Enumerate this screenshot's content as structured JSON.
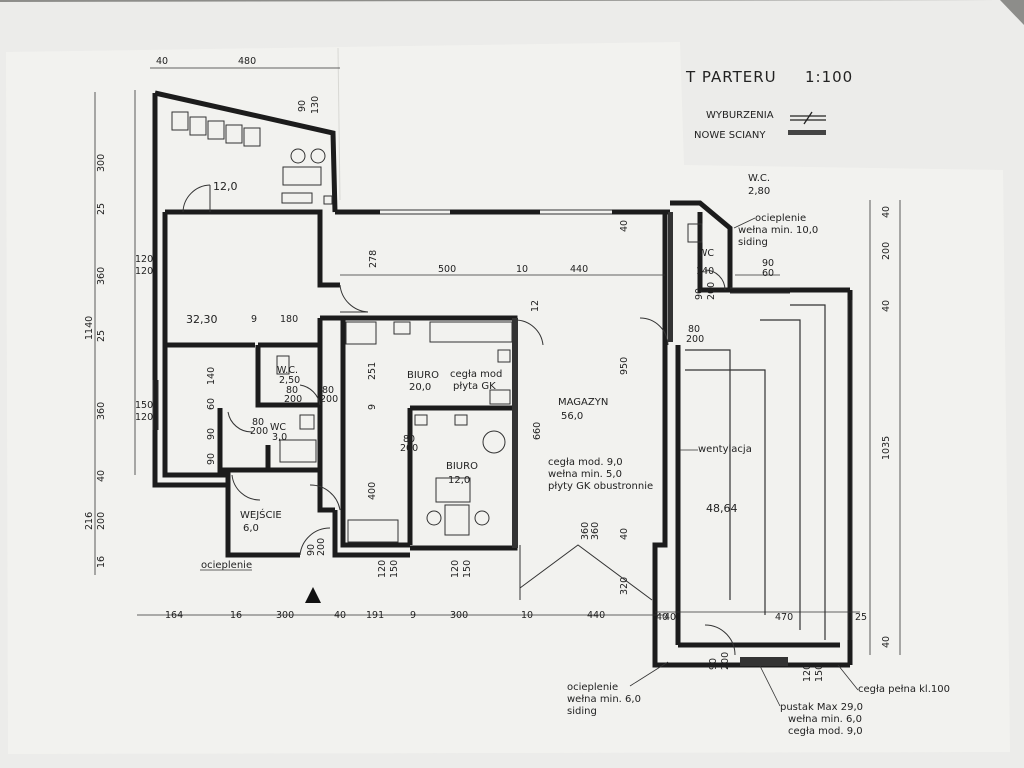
{
  "title": {
    "text": "T PARTERU",
    "scale": "1:100"
  },
  "legend": [
    {
      "label": "WYBURZENIA"
    },
    {
      "label": "NOWE SCIANY"
    }
  ],
  "rooms": {
    "r_top_area": "12,0",
    "r_main_area": "32,30",
    "biuro1_name": "BIURO",
    "biuro1_area": "20,0",
    "biuro2_name": "BIURO",
    "biuro2_area": "12,0",
    "wc1_name": "W.C.",
    "wc1_area": "2,50",
    "wc2_name": "WC",
    "wc2_area": "3,0",
    "wejscie_name": "WEJŚCIE",
    "wejscie_area": "6,0",
    "magazyn_name": "MAGAZYN",
    "magazyn_area": "56,0",
    "wc3_name": "W.C.",
    "wc3_area": "2,80",
    "wc3_label": "WC",
    "right_area": "48,64"
  },
  "annotations": {
    "ocieplenie_top_1": "ocieplenie",
    "ocieplenie_top_2": "wełna min. 10,0",
    "ocieplenie_top_3": "siding",
    "wentylacja": "wentylacja",
    "cegla_gk_1": "cegła mod",
    "cegla_gk_2": "płyta GK",
    "cegla_mid_1": "cegła mod. 9,0",
    "cegla_mid_2": "wełna min. 5,0",
    "cegla_mid_3": "płyty GK obustronnie",
    "ocieplenie_left": "ocieplenie",
    "ocieplenie_bot_1": "ocieplenie",
    "ocieplenie_bot_2": "wełna min. 6,0",
    "ocieplenie_bot_3": "siding",
    "pustak_1": "pustak Max 29,0",
    "pustak_2": "wełna min. 6,0",
    "pustak_3": "cegła mod. 9,0",
    "cegla_pelna": "cegła pełna kl.100"
  },
  "dims": {
    "top_40": "40",
    "top_480": "480",
    "top_90": "90",
    "top_130": "130",
    "left_300": "300",
    "left_25a": "25",
    "left_360a": "360",
    "left_25b": "25",
    "left_1140": "1140",
    "left_360b": "360",
    "left_40": "40",
    "left_216": "216",
    "left_200": "200",
    "left_16": "16",
    "w_120a": "120",
    "w_120b": "120",
    "w_150": "150",
    "w_120c": "120",
    "w_278": "278",
    "w_500": "500",
    "w_10": "10",
    "w_440": "440",
    "w_12": "12",
    "w_9": "9",
    "w_180": "180",
    "w_140a": "140",
    "w_80a": "80",
    "w_200a": "200",
    "w_80b": "80",
    "w_200b": "200",
    "w_251": "251",
    "w_9b": "9",
    "w_80c": "80",
    "w_200c": "200",
    "w_60": "60",
    "w_90": "90",
    "w_10b": "10",
    "w_80d": "80",
    "w_200d": "200",
    "w_950": "950",
    "w_660": "660",
    "w_400": "400",
    "w_80e": "80",
    "w_200e": "200",
    "w_40a": "40",
    "w_140b": "140",
    "w_90b": "90",
    "w_60b": "60",
    "w_90c": "90",
    "w_200f": "200",
    "w_80f": "80",
    "w_200g": "200",
    "w_40b": "40",
    "w_360a": "360",
    "w_360b": "360",
    "w_320": "320",
    "w_40c": "40",
    "w_90d": "90",
    "w_200h": "200",
    "w_120d": "120",
    "w_150b": "150",
    "w_120e": "120",
    "w_150c": "150",
    "w_120f": "120",
    "w_150d": "150",
    "w_90e": "90",
    "w_200i": "200",
    "w_470": "470",
    "w_25": "25",
    "w_120g": "120",
    "w_150e": "150",
    "r_40a": "40",
    "r_200": "200",
    "r_40b": "40",
    "r_1035": "1035",
    "r_40c": "40",
    "bot_164": "164",
    "bot_16": "16",
    "bot_300a": "300",
    "bot_40a": "40",
    "bot_191": "191",
    "bot_9": "9",
    "bot_300b": "300",
    "bot_10": "10",
    "bot_440": "440",
    "bot_40b": "40"
  }
}
